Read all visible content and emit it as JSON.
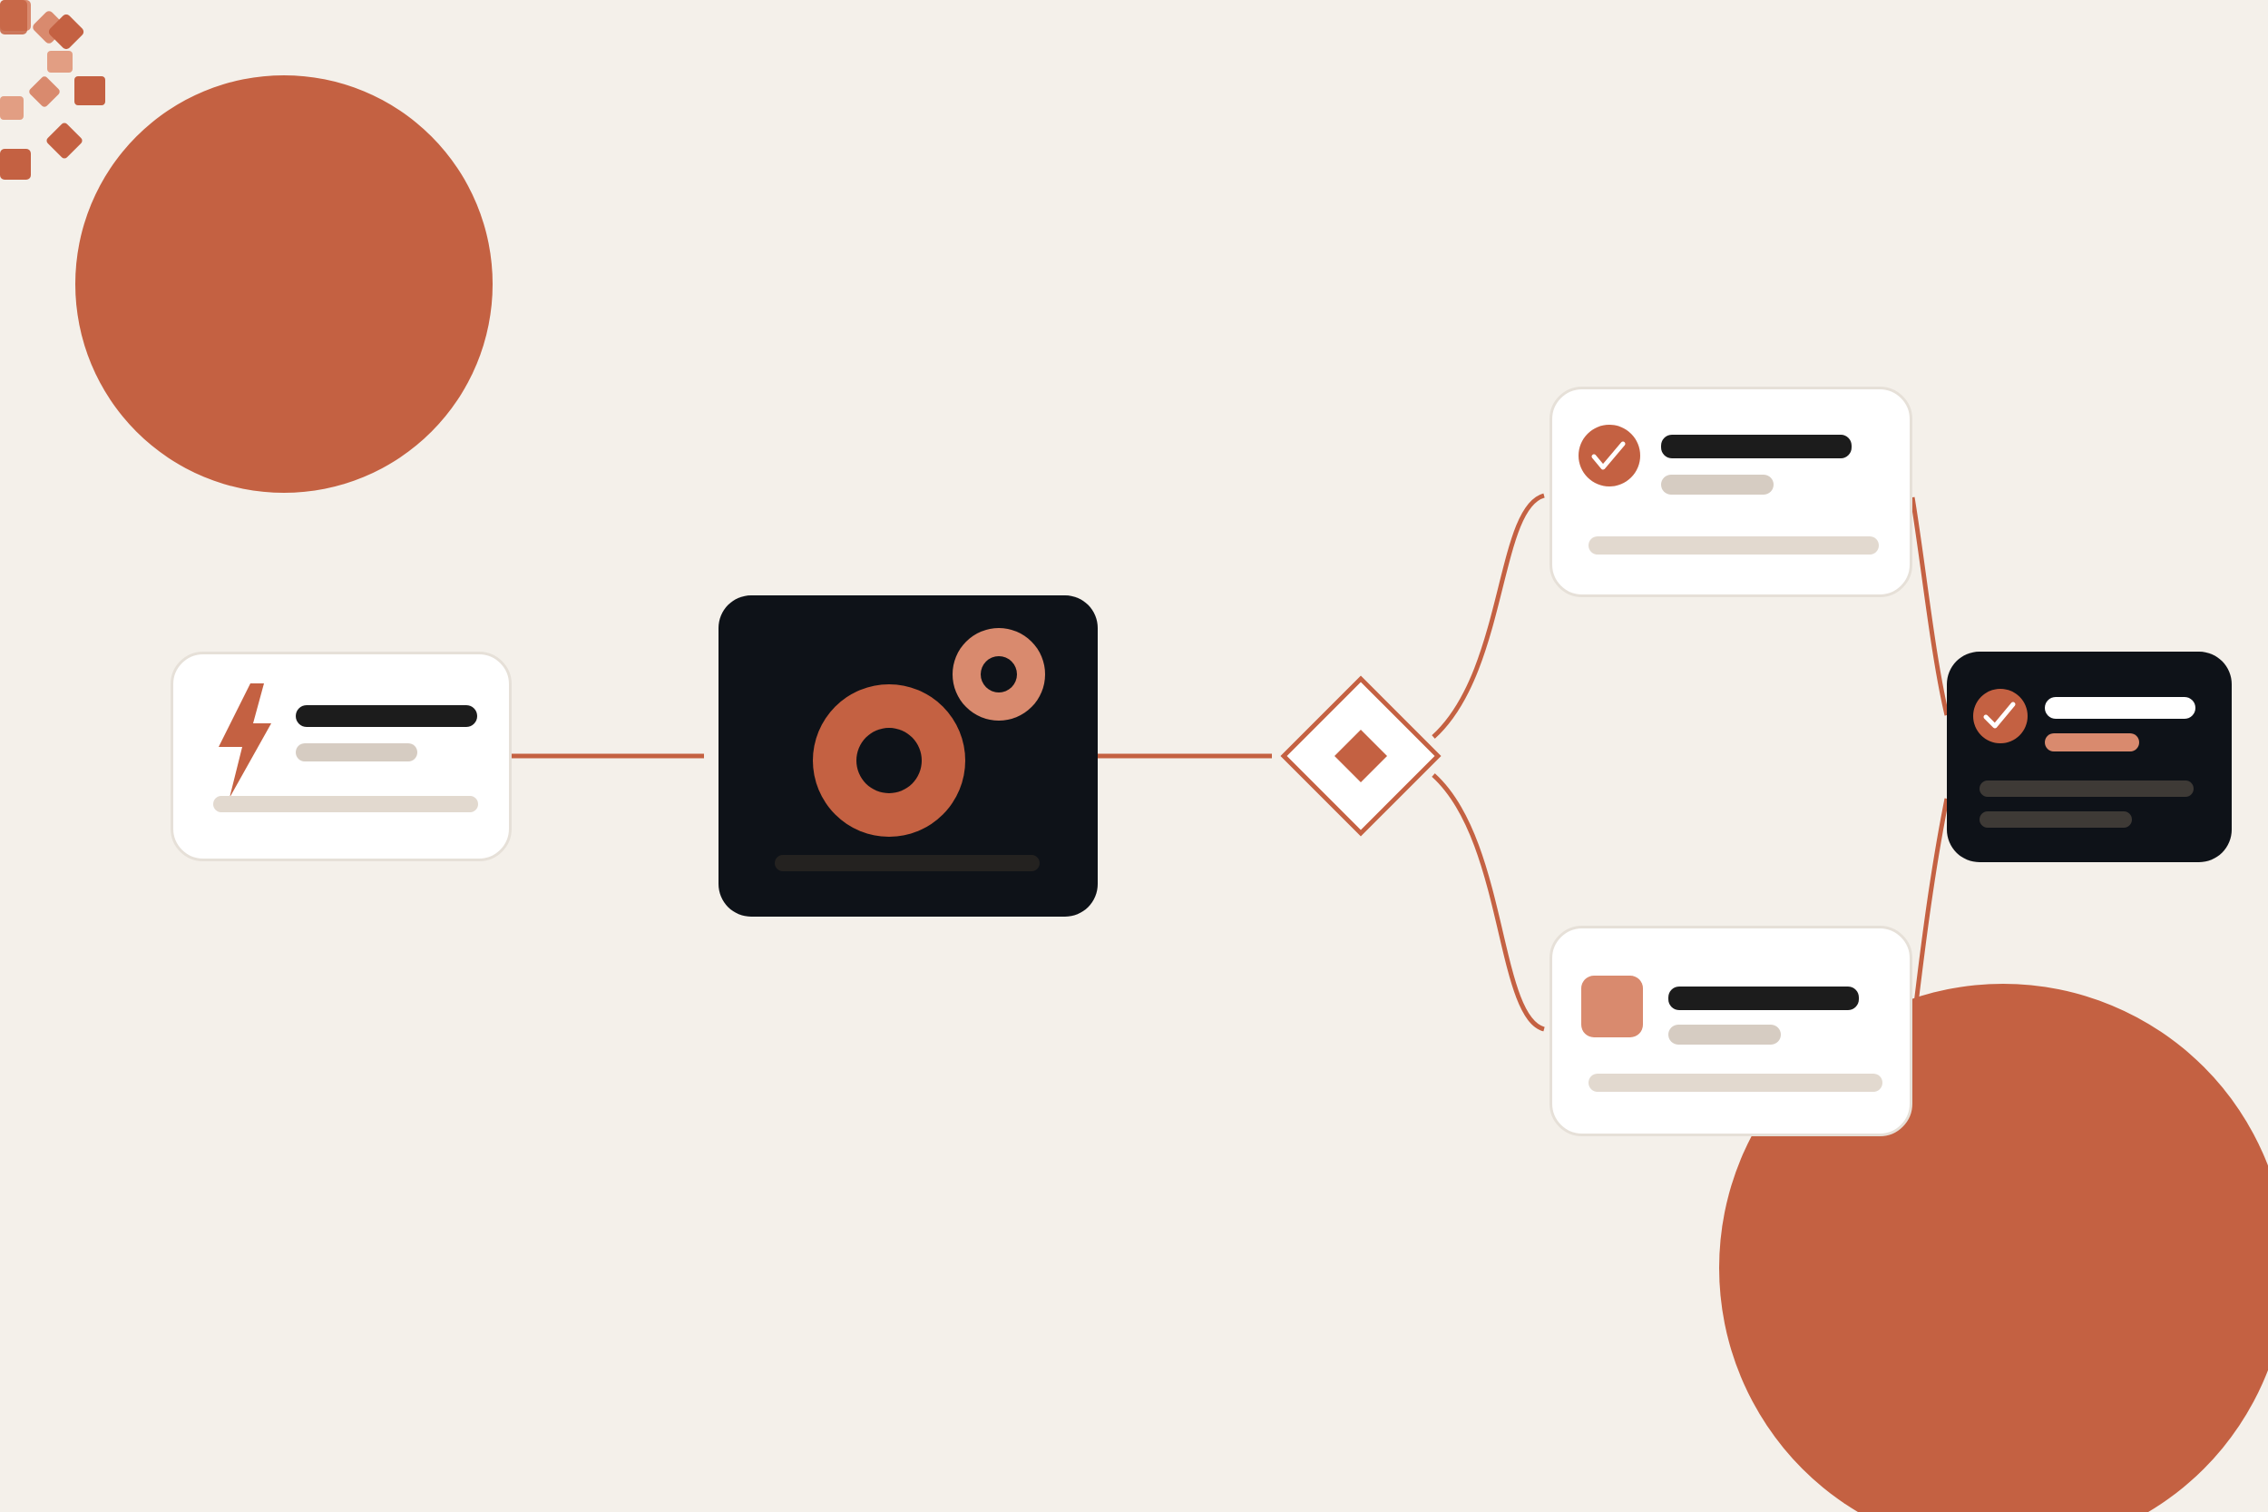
{
  "diagram": {
    "type": "workflow",
    "colors": {
      "background": "#f4f0ea",
      "accent": "#c46142",
      "accent_light": "#d98a6e",
      "dark_card": "#0e1218",
      "white_card": "#ffffff",
      "card_border": "#e6e0d8",
      "text_dark": "#1c1c1c",
      "text_muted": "#d6ccc2",
      "dark_muted": "#3e3a36"
    },
    "nodes": [
      {
        "id": "trigger",
        "icon": "lightning-icon",
        "style": "white-card"
      },
      {
        "id": "process",
        "icon": "gears-icon",
        "style": "dark-card"
      },
      {
        "id": "decision",
        "icon": "diamond-icon",
        "style": "diamond"
      },
      {
        "id": "branch-success",
        "icon": "check-circle-icon",
        "style": "white-card"
      },
      {
        "id": "branch-alternate",
        "icon": "square-icon",
        "style": "white-card"
      },
      {
        "id": "result",
        "icon": "check-circle-icon",
        "style": "dark-card"
      }
    ],
    "edges": [
      {
        "from": "trigger",
        "to": "process"
      },
      {
        "from": "process",
        "to": "decision"
      },
      {
        "from": "decision",
        "to": "branch-success"
      },
      {
        "from": "decision",
        "to": "branch-alternate"
      },
      {
        "from": "branch-success",
        "to": "result"
      },
      {
        "from": "branch-alternate",
        "to": "result"
      }
    ]
  }
}
